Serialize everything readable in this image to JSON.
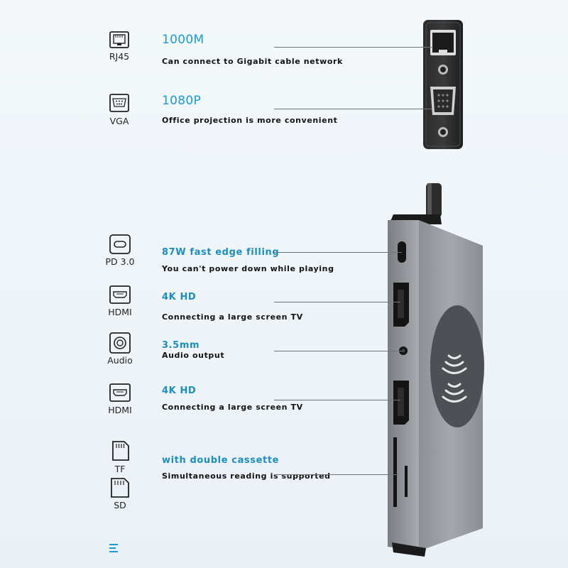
{
  "ports": [
    {
      "label": "RJ45",
      "icon": "ethernet-port-icon",
      "title": "1000M",
      "desc": "Can connect to Gigabit cable network"
    },
    {
      "label": "VGA",
      "icon": "vga-port-icon",
      "title": "1080P",
      "desc": "Office projection is more convenient"
    },
    {
      "label": "PD 3.0",
      "icon": "usb-c-port-icon",
      "title": "87W fast edge filling",
      "desc": "You can't power down while playing"
    },
    {
      "label": "HDMI",
      "icon": "hdmi-port-icon",
      "title": "4K HD",
      "desc": "Connecting a large screen TV"
    },
    {
      "label": "Audio",
      "icon": "audio-jack-icon",
      "title": "3.5mm",
      "desc": "Audio output"
    },
    {
      "label": "HDMI",
      "icon": "hdmi-port-icon",
      "title": "4K HD",
      "desc": "Connecting a large screen TV"
    },
    {
      "label": "TF",
      "icon": "tf-card-icon",
      "title": "with double cassette",
      "desc": "Simultaneous reading is supported"
    },
    {
      "label": "SD",
      "icon": "sd-card-icon"
    }
  ],
  "colors": {
    "accent": "#1a9bd6",
    "device_body": "#9a9ea3",
    "port_black": "#141414"
  },
  "footer_icon": "menu-lines-icon"
}
